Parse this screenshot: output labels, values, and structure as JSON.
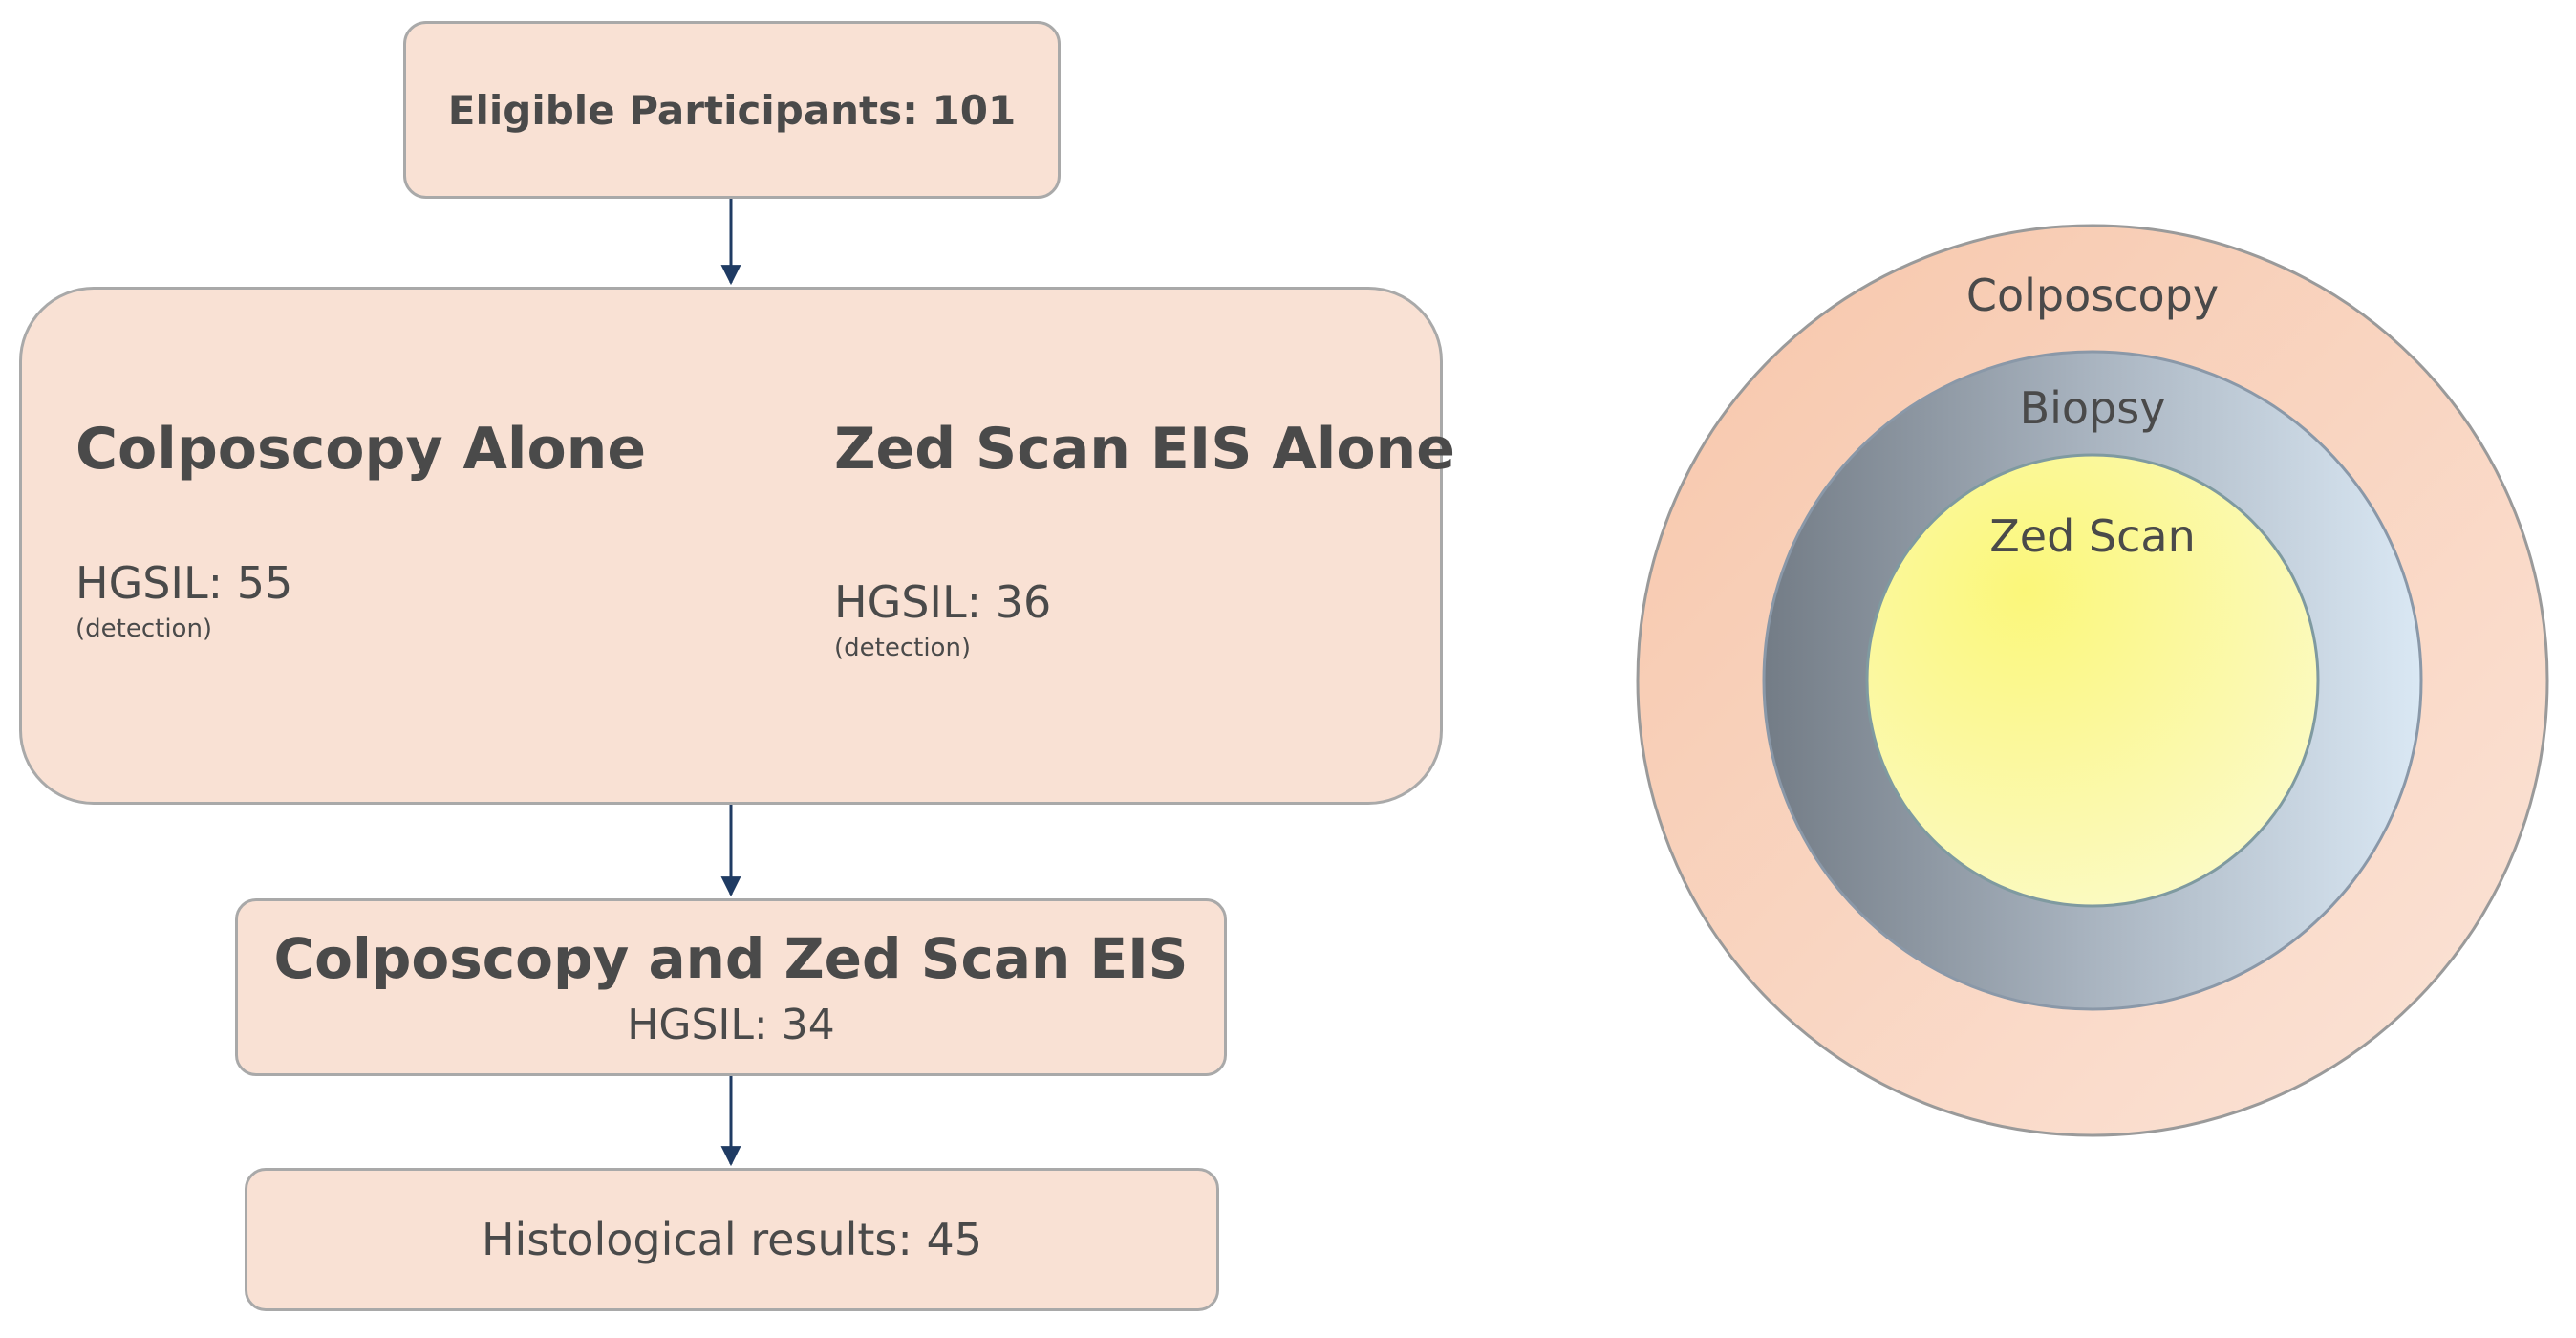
{
  "flowchart": {
    "eligible": "Eligible Participants: 101",
    "comparison": {
      "colposcopy": {
        "title": "Colposcopy Alone",
        "hgsil": "HGSIL: 55",
        "note": "(detection)"
      },
      "zedscan": {
        "title": "Zed Scan EIS Alone",
        "hgsil": "HGSIL: 36",
        "note": "(detection)"
      }
    },
    "combined": {
      "title": "Colposcopy and Zed Scan EIS",
      "hgsil": "HGSIL: 34"
    },
    "histology": "Histological results: 45"
  },
  "venn": {
    "outer_label": "Colposcopy",
    "middle_label": "Biopsy",
    "inner_label": "Zed Scan"
  },
  "colors": {
    "box_fill": "#f9e1d4",
    "box_border": "#a9a9a9",
    "arrow": "#1f3b63",
    "outer_circle": "#f8cfb8",
    "middle_circle_dark": "#7a838c",
    "middle_circle_light": "#d8e6f2",
    "inner_circle": "#fbf896"
  }
}
